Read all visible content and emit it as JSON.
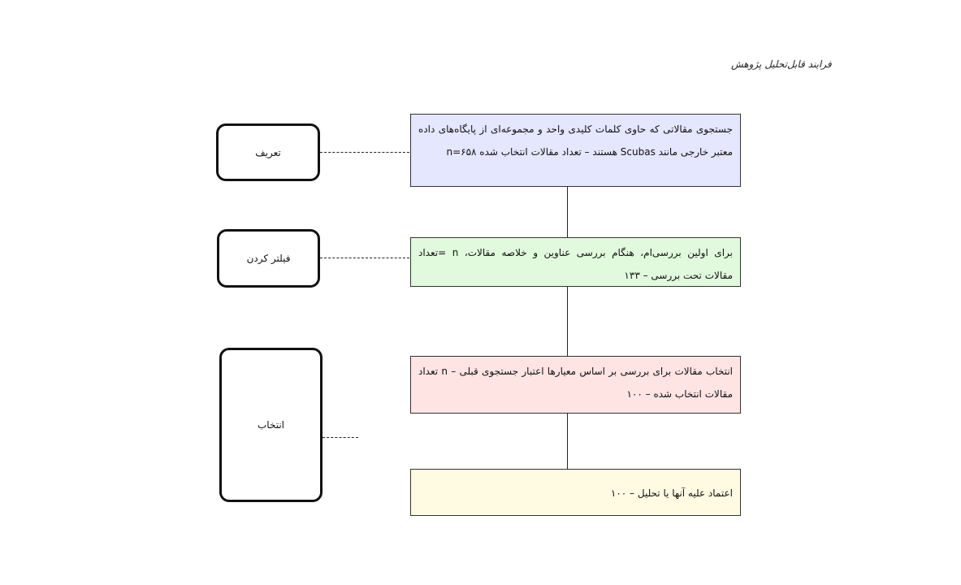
{
  "title": "فرایند قابل‌تحلیل پژوهش",
  "stages": [
    {
      "label": "تعریف"
    },
    {
      "label": "فیلتر کردن"
    },
    {
      "label": "انتخاب"
    }
  ],
  "steps": [
    {
      "text": "جستجوی مقالاتی که حاوی کلمات کلیدی واحد و مجموعه‌ای از پایگاه‌های داده معتبر خارجی مانند Scubas هستند – تعداد مقالات انتخاب شده n=۶۵۸",
      "color": "#e5e6ff"
    },
    {
      "text": "برای اولین بررسی‌ام، هنگام بررسی عناوین و خلاصه مقالات، n =تعداد مقالات تحت بررسی – ۱۳۳",
      "color": "#e1fadd"
    },
    {
      "text": "انتخاب مقالات برای بررسی بر اساس معیارها اعتبار جستجوی قبلی – n تعداد مقالات انتخاب شده – ۱۰۰",
      "color": "#ffe4e4"
    },
    {
      "text": "اعتماد علیه آنها یا تحلیل – ۱۰۰",
      "color": "#fffbe3"
    }
  ]
}
